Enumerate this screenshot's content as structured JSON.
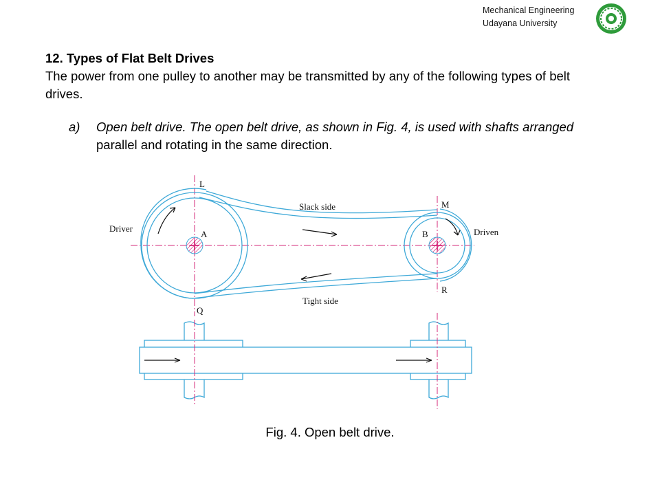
{
  "header": {
    "line1": "Mechanical Engineering",
    "line2": "Udayana University",
    "logo_icon": "university-seal-icon"
  },
  "section": {
    "title": "12. Types of Flat Belt Drives",
    "intro": "The power from one pulley to another may be transmitted by any of the following types of belt drives."
  },
  "item_a": {
    "marker": "a)",
    "italic_text": "Open belt drive. The open belt drive, as shown in Fig. 4, is used with shafts arranged",
    "plain_text": " parallel and rotating in the same direction."
  },
  "figure": {
    "labels": {
      "L": "L",
      "M": "M",
      "A": "A",
      "B": "B",
      "Q": "Q",
      "R": "R",
      "driver": "Driver",
      "driven": "Driven",
      "slack": "Slack side",
      "tight": "Tight side"
    },
    "colors": {
      "belt": "#3fa9d8",
      "centerline": "#d6287a",
      "hatch": "#d6287a"
    }
  },
  "caption": "Fig. 4. Open belt drive."
}
